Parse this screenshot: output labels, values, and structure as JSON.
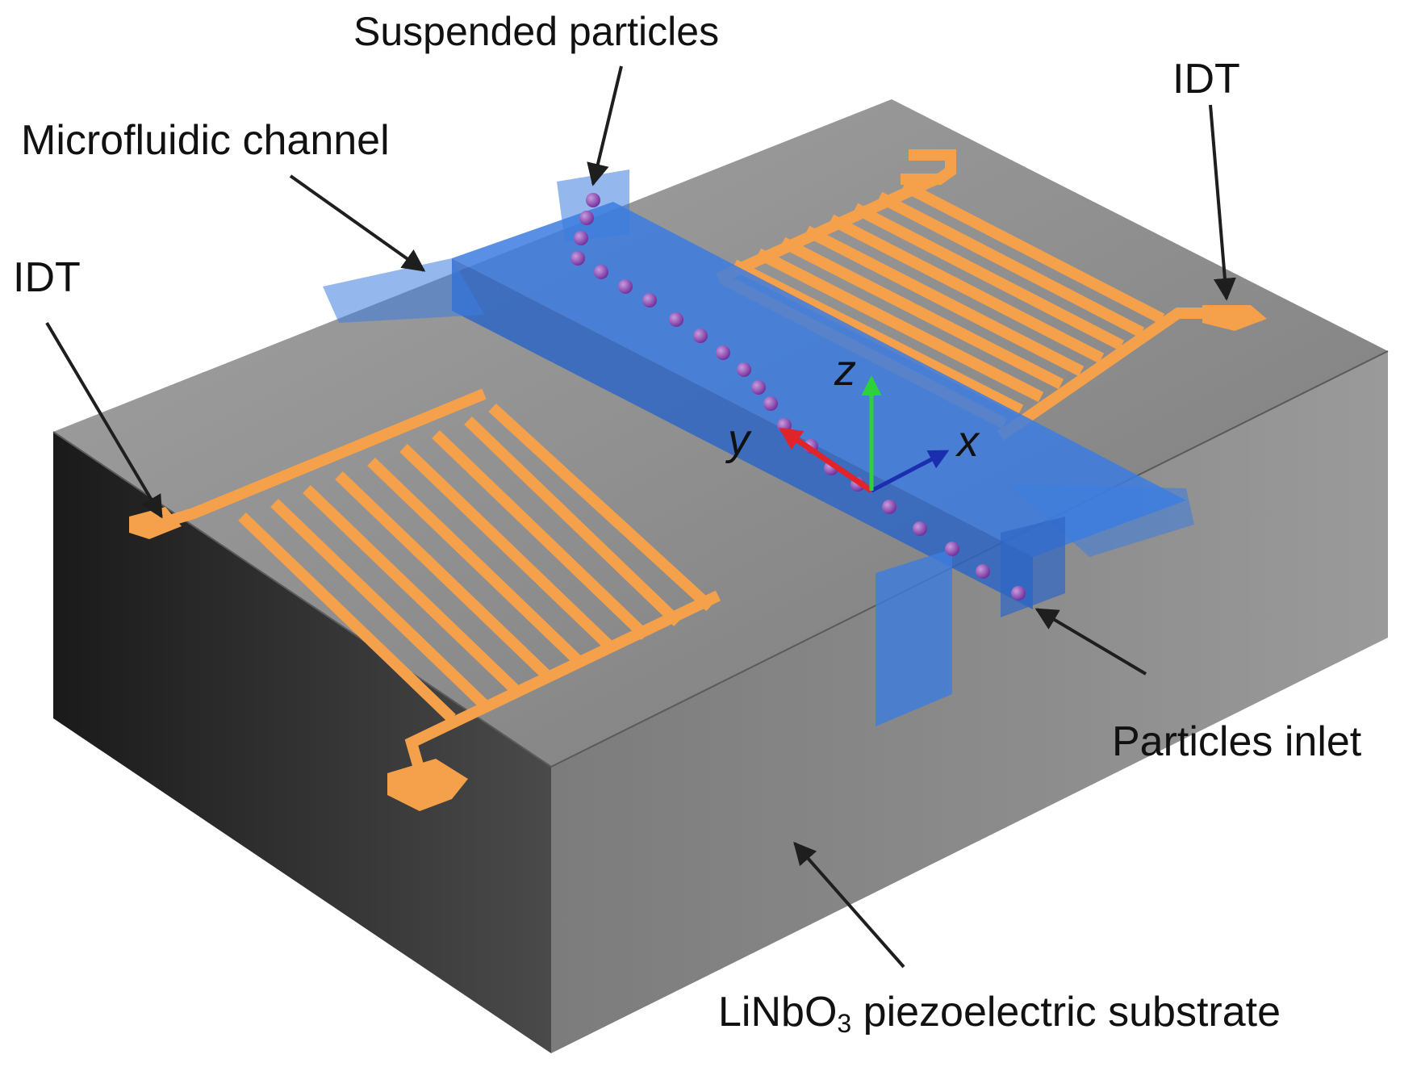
{
  "labels": {
    "suspended_particles": "Suspended particles",
    "microfluidic_channel": "Microfluidic channel",
    "idt_right": "IDT",
    "idt_left": "IDT",
    "particles_inlet": "Particles inlet",
    "substrate_pre": "LiNbO",
    "substrate_sub": "3",
    "substrate_post": " piezoelectric substrate"
  },
  "axes": {
    "x": "x",
    "y": "y",
    "z": "z"
  },
  "colors": {
    "substrate_top": "#8e8e8e",
    "substrate_front": "#858585",
    "substrate_side": "#3a3a3a",
    "electrode": "#f5a04a",
    "channel": "#3c7de0",
    "particle": "#8a3fb5",
    "axis_x": "#1a2fb0",
    "axis_y": "#e0242a",
    "axis_z": "#2fd13a"
  }
}
